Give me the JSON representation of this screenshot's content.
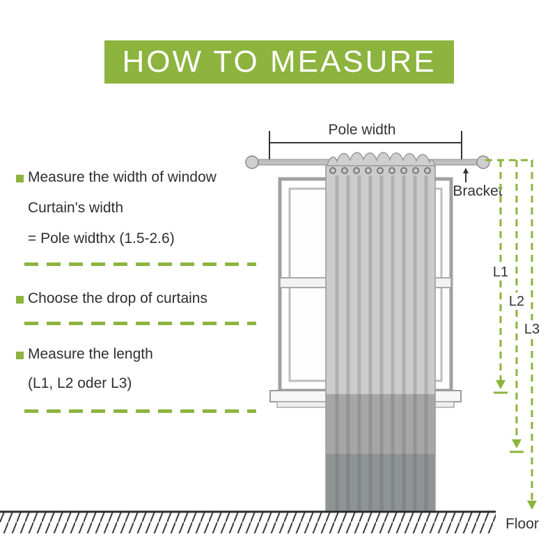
{
  "header": {
    "title": "HOW TO MEASURE"
  },
  "colors": {
    "accent_green": "#8cb43e",
    "text": "#333333"
  },
  "instructions": {
    "item1": {
      "line1": "Measure the width of window",
      "line2": "Curtain's width",
      "line3": "= Pole widthx (1.5-2.6)"
    },
    "item2": {
      "line1": "Choose the drop of curtains"
    },
    "item3": {
      "line1": "Measure the length",
      "line2": "(L1, L2 oder L3)"
    }
  },
  "diagram": {
    "pole_width_label": "Pole width",
    "bracket_label": "Bracket",
    "length_labels": {
      "l1": "L1",
      "l2": "L2",
      "l3": "L3"
    },
    "floor_label": "Floor"
  }
}
